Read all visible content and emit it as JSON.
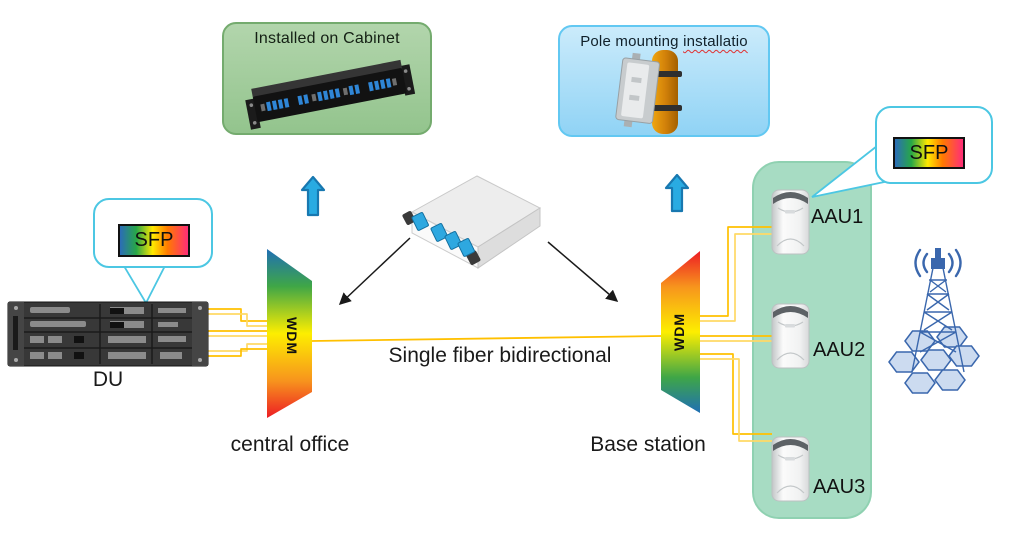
{
  "callout_boxes": {
    "cabinet": {
      "label": "Installed on Cabinet"
    },
    "pole": {
      "label_part1": "Pole mounting ",
      "label_part2": "installatio"
    }
  },
  "badges": {
    "sfp_left": {
      "label": "SFP"
    },
    "sfp_right": {
      "label": "SFP"
    }
  },
  "devices": {
    "du": {
      "label": "DU"
    },
    "mux_left": {
      "label": "WDM"
    },
    "mux_right": {
      "label": "WDM"
    },
    "aau1": {
      "label": "AAU1"
    },
    "aau2": {
      "label": "AAU2"
    },
    "aau3": {
      "label": "AAU3"
    }
  },
  "annotations": {
    "fiber_link": "Single fiber bidirectional",
    "central_office": "central office",
    "base_station": "Base station"
  },
  "colors": {
    "gold_line": "#FFC000",
    "gold_line_light": "#FFD966",
    "callout_border": "#4CC7E3",
    "cabinet_box_fill": "#9CC897",
    "pole_box_fill": "#A5DCF7",
    "aau_panel_fill": "#A7DCC3",
    "up_arrow_blue": "#29ABE2",
    "tower_blue": "#3A67AD",
    "wdm_gradient": [
      "#1F6FB5",
      "#3FA647",
      "#FDEE00",
      "#F7941D",
      "#ED1C24"
    ],
    "sfp_gradient": [
      "#2B6CB8",
      "#27A747",
      "#FFE900",
      "#FF7A00",
      "#FF2D78"
    ]
  }
}
